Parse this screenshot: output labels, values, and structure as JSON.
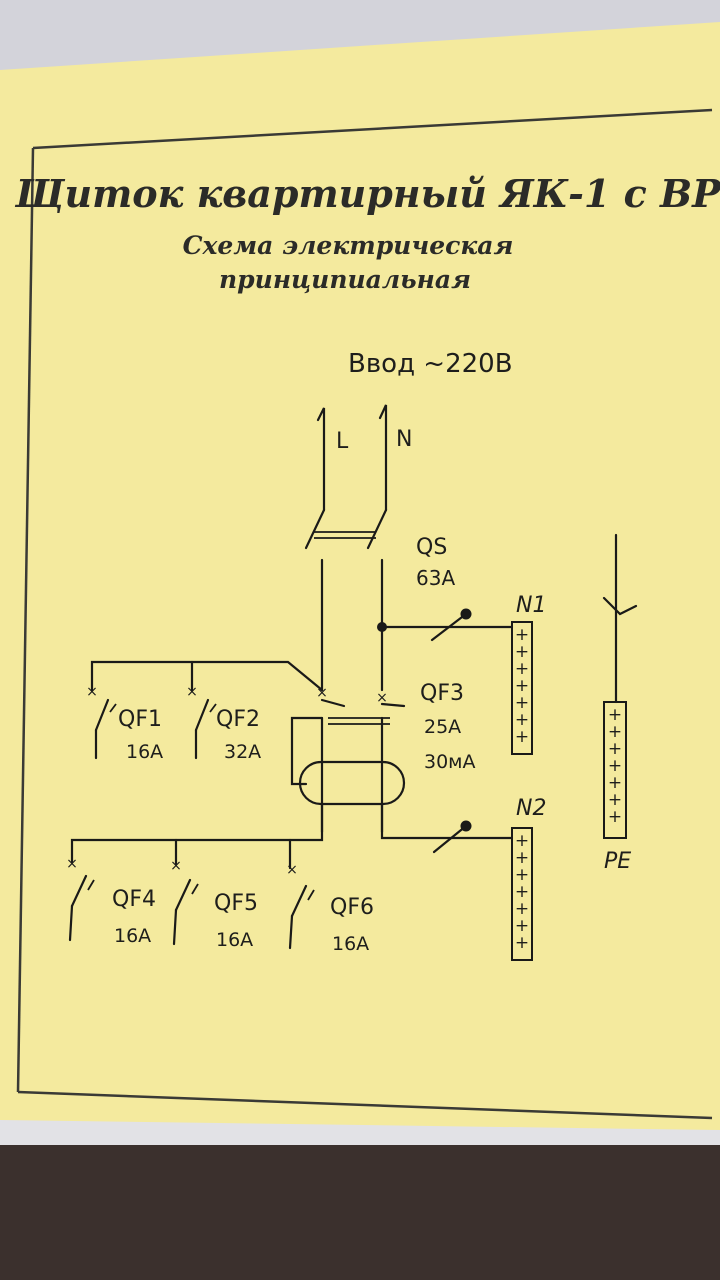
{
  "document": {
    "title": "Щиток квартирный ЯК-1 с ВР",
    "subtitle_line1": "Схема электрическая",
    "subtitle_line2": "принципиальная"
  },
  "diagram": {
    "input_label": "Ввод ~220В",
    "phase_label": "L",
    "neutral_label": "N",
    "main_switch": {
      "name": "QS",
      "rating": "63А"
    },
    "rcd": {
      "name": "QF3",
      "rating": "25А",
      "leakage": "30мА"
    },
    "breakers": [
      {
        "name": "QF1",
        "rating": "16А"
      },
      {
        "name": "QF2",
        "rating": "32А"
      },
      {
        "name": "QF4",
        "rating": "16А"
      },
      {
        "name": "QF5",
        "rating": "16А"
      },
      {
        "name": "QF6",
        "rating": "16А"
      }
    ],
    "bus_n1": "N1",
    "bus_n2": "N2",
    "bus_pe": "PE"
  },
  "colors": {
    "paper": "#f5eca0",
    "ink": "#1a1a18",
    "frame": "#3a3a35",
    "background": "#cfcfd6",
    "floor": "#3a2f2c"
  }
}
